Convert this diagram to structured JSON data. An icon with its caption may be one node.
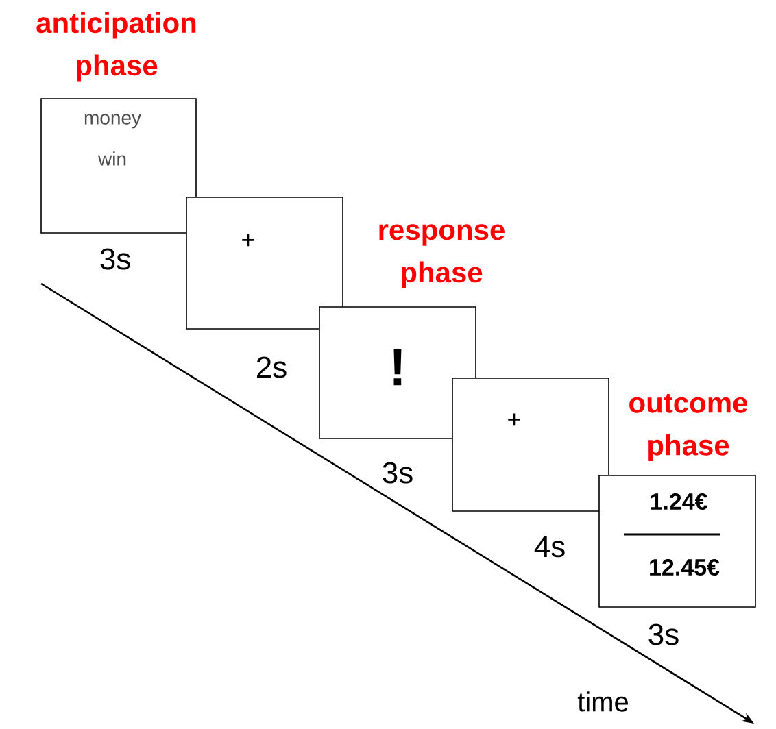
{
  "diagram": {
    "nodes": [
      {
        "text": [
          "anticipation phase",
          "money win"
        ],
        "beside": [
          "3s"
        ]
      },
      {
        "text": [
          "+"
        ],
        "beside": [
          "2s"
        ]
      },
      {
        "text": [
          "response phase",
          "!"
        ],
        "beside": [
          "3s"
        ]
      },
      {
        "text": [
          "+"
        ],
        "beside": [
          "4s"
        ]
      },
      {
        "text": [
          "outcome phase",
          "1.24€",
          "12.45€"
        ],
        "beside": [
          "3s"
        ]
      }
    ],
    "edges": [],
    "labels": [
      "time"
    ]
  }
}
